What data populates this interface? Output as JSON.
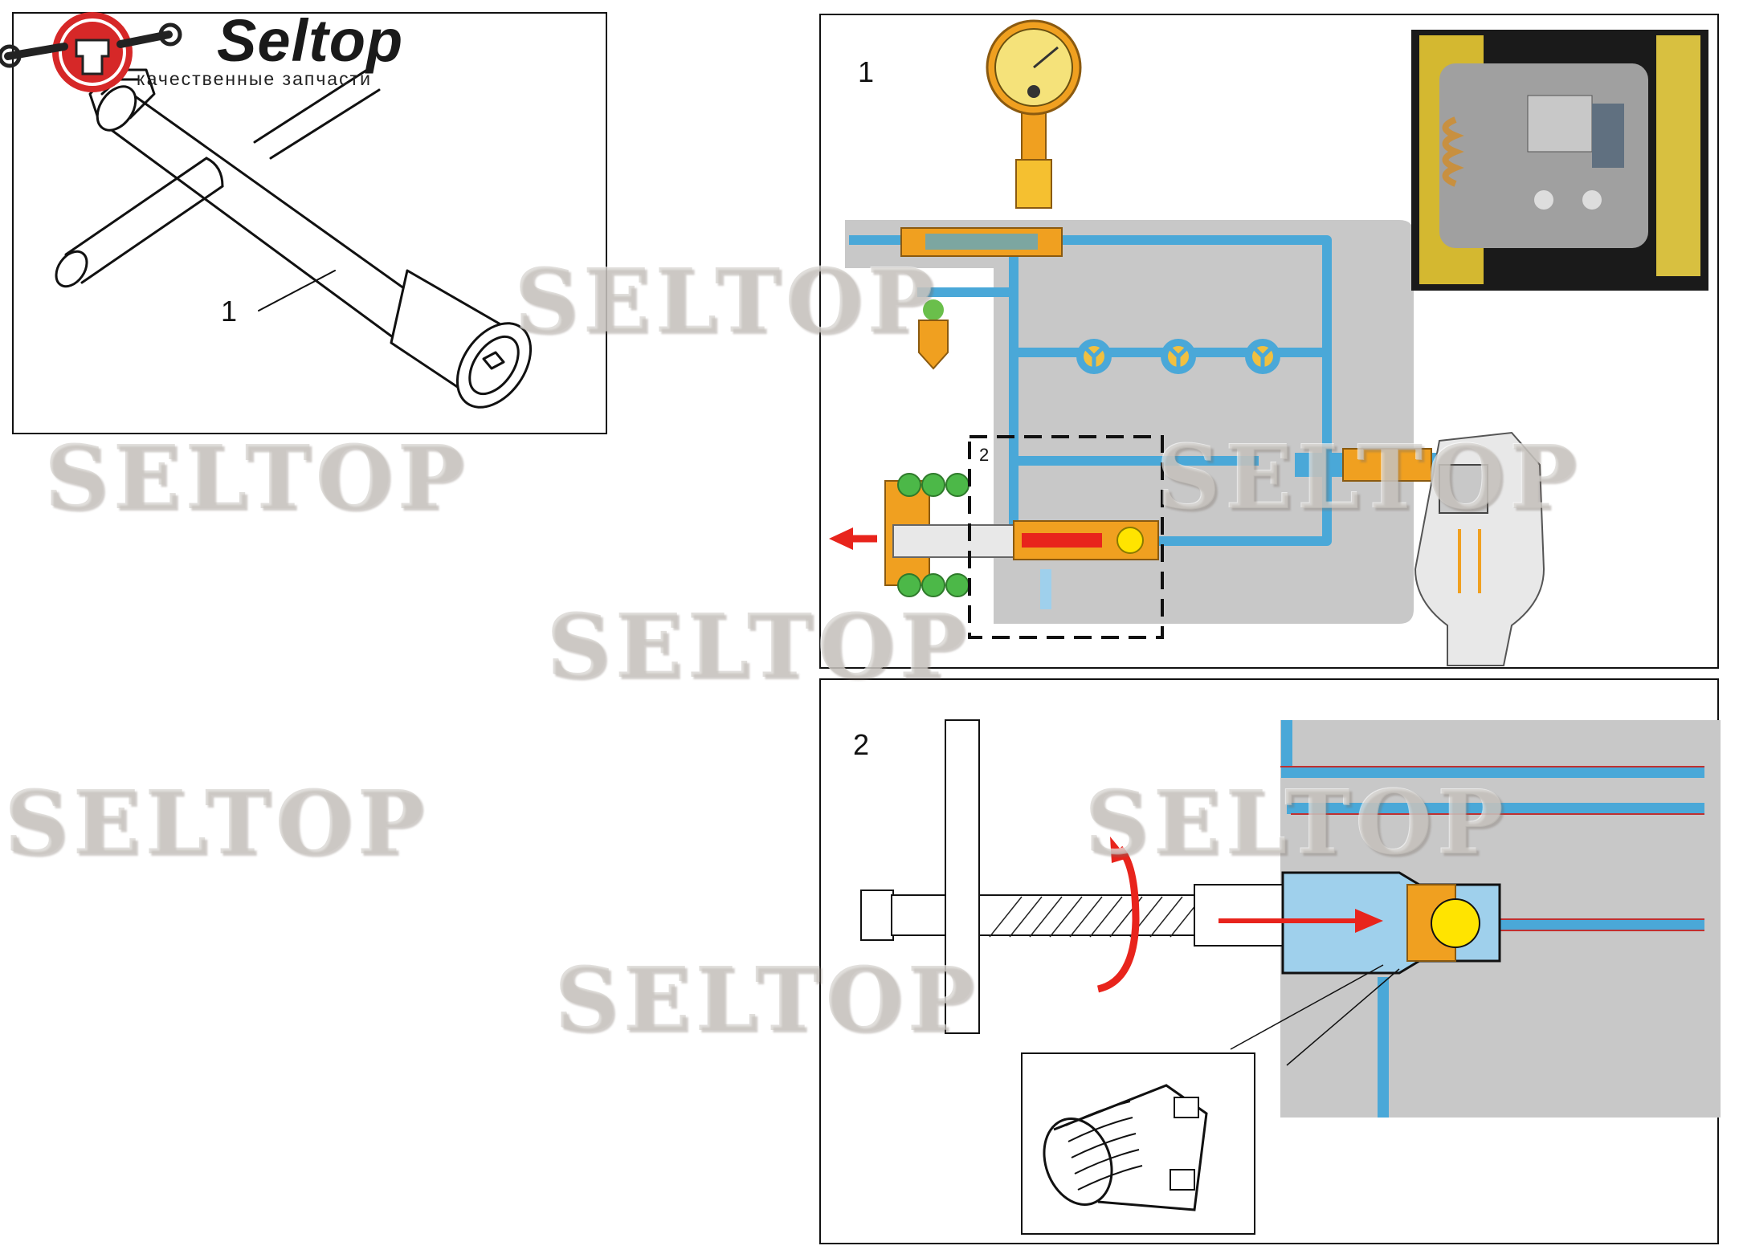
{
  "brand": {
    "name": "Seltop",
    "tagline": "качественные запчасти",
    "colors": {
      "logo_red": "#d62828",
      "text": "#1a1a1a"
    }
  },
  "watermark": {
    "text": "SELTOP"
  },
  "panels": {
    "tool": {
      "callout": "1"
    },
    "circuit": {
      "number": "1",
      "detail_ref": "2"
    },
    "detail": {
      "number": "2"
    }
  },
  "colors": {
    "water": "#4aa8d8",
    "body": "#c8c8c8",
    "brass": "#f0a020",
    "ball": "#ffe400",
    "arrow": "#e8241c",
    "spring": "#4cb848",
    "gauge_face": "#f5e27a"
  },
  "icons": [
    "logo-fist-wrench-icon",
    "pressure-gauge-icon",
    "flow-arrow-icon",
    "rotation-arrow-icon"
  ]
}
